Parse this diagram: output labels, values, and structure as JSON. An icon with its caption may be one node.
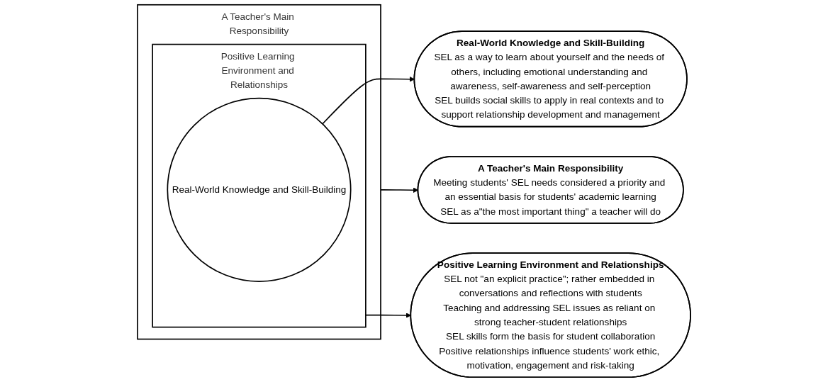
{
  "diagram": {
    "nodes": [
      {
        "text": [
          "A Teacher's Main Responsibility"
        ]
      },
      {
        "text": [
          "Positive Learning Environment and Relationships"
        ],
        "in": 0
      },
      {
        "text": [
          "Real-World Knowledge and Skill-Building"
        ],
        "in": 1
      },
      {
        "text": [
          "A Teacher's Main Responsibility",
          "Meeting students' SEL needs considered a priority and an essential basis for students' academic learning",
          "SEL as a\"the most important thing\" a teacher will do"
        ]
      },
      {
        "text": [
          "Positive Learning Environment and Relationships",
          "SEL not \"an explicit practice\"; rather embedded in conversations and reflections with students",
          "Teaching and addressing SEL issues as reliant on strong teacher-student relationships",
          "SEL skills form the basis for student collaboration",
          "Positive relationships influence students' work ethic, motivation, engagement and risk-taking"
        ]
      },
      {
        "text": [
          "Real-World Knowledge and Skill-Building",
          "SEL as a way to learn about yourself and the needs of others, including emotional understanding and awareness, self-awareness and self-perception",
          "SEL builds social skills to apply in real contexts and to support relationship development and management"
        ]
      }
    ],
    "edges": [
      {
        "from": 0,
        "to": 3,
        "arrow": "to"
      },
      {
        "from": 1,
        "to": 4,
        "arrow": "to"
      },
      {
        "from": 2,
        "to": 5,
        "arrow": "to"
      }
    ]
  }
}
